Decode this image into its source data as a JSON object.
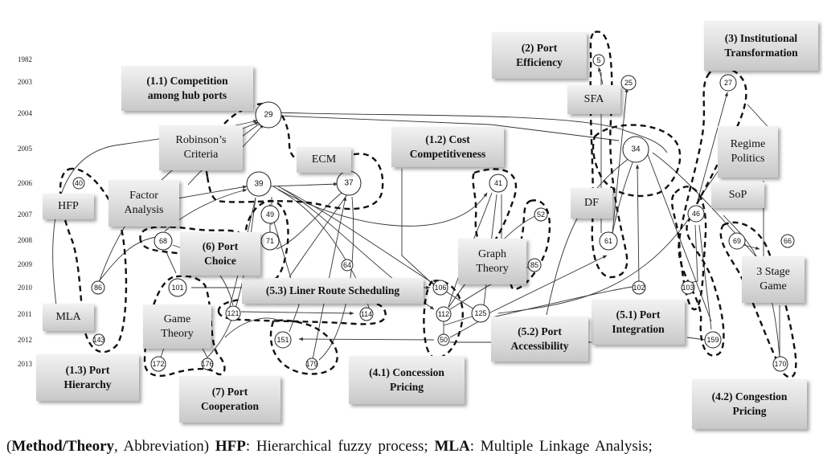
{
  "years": [
    {
      "label": "1982"
    },
    {
      "label": "2003"
    },
    {
      "label": "2004"
    },
    {
      "label": "2005"
    },
    {
      "label": "2006"
    },
    {
      "label": "2007"
    },
    {
      "label": "2008"
    },
    {
      "label": "2009"
    },
    {
      "label": "2010"
    },
    {
      "label": "2011"
    },
    {
      "label": "2012"
    },
    {
      "label": "2013"
    }
  ],
  "topics": {
    "competition_hub_ports": "(1.1) Competition\namong hub ports",
    "cost_competitiveness": "(1.2) Cost\nCompetitiveness",
    "port_hierarchy": "(1.3) Port\nHierarchy",
    "port_efficiency": "(2) Port\nEfficiency",
    "institutional_transformation": "(3) Institutional\nTransformation",
    "concession_pricing": "(4.1) Concession\nPricing",
    "congestion_pricing": "(4.2) Congestion\nPricing",
    "port_integration": "(5.1) Port\nIntegration",
    "port_accessibility": "(5.2) Port\nAccessibility",
    "liner_route_scheduling": "(5.3) Liner Route Scheduling",
    "port_choice": "(6) Port\nChoice",
    "port_cooperation": "(7) Port\nCooperation"
  },
  "methods": {
    "robinsons_criteria": "Robinson’s\nCriteria",
    "ecm": "ECM",
    "factor_analysis": "Factor\nAnalysis",
    "hfp": "HFP",
    "mla": "MLA",
    "game_theory": "Game\nTheory",
    "graph_theory": "Graph\nTheory",
    "sfa": "SFA",
    "df": "DF",
    "regime_politics": "Regime\nPolitics",
    "sop": "SoP",
    "three_stage_game": "3 Stage\nGame"
  },
  "nodes": [
    {
      "id": "5"
    },
    {
      "id": "25"
    },
    {
      "id": "27"
    },
    {
      "id": "29"
    },
    {
      "id": "34"
    },
    {
      "id": "39"
    },
    {
      "id": "37"
    },
    {
      "id": "41"
    },
    {
      "id": "40"
    },
    {
      "id": "46"
    },
    {
      "id": "49"
    },
    {
      "id": "52"
    },
    {
      "id": "68"
    },
    {
      "id": "71"
    },
    {
      "id": "69"
    },
    {
      "id": "66"
    },
    {
      "id": "64"
    },
    {
      "id": "85"
    },
    {
      "id": "61"
    },
    {
      "id": "86"
    },
    {
      "id": "101"
    },
    {
      "id": "102"
    },
    {
      "id": "103"
    },
    {
      "id": "106"
    },
    {
      "id": "114"
    },
    {
      "id": "112"
    },
    {
      "id": "125"
    },
    {
      "id": "121"
    },
    {
      "id": "143"
    },
    {
      "id": "151"
    },
    {
      "id": "159"
    },
    {
      "id": "50"
    },
    {
      "id": "172"
    },
    {
      "id": "176"
    },
    {
      "id": "170"
    },
    {
      "id": "179"
    }
  ],
  "caption": {
    "open": "(",
    "method_theory": "Method/Theory",
    "abbr": ", Abbreviation) ",
    "hfp_abbr": "HFP",
    "hfp_def": ": Hierarchical fuzzy process; ",
    "mla_abbr": "MLA",
    "mla_def": ": Multiple Linkage Analysis;"
  }
}
